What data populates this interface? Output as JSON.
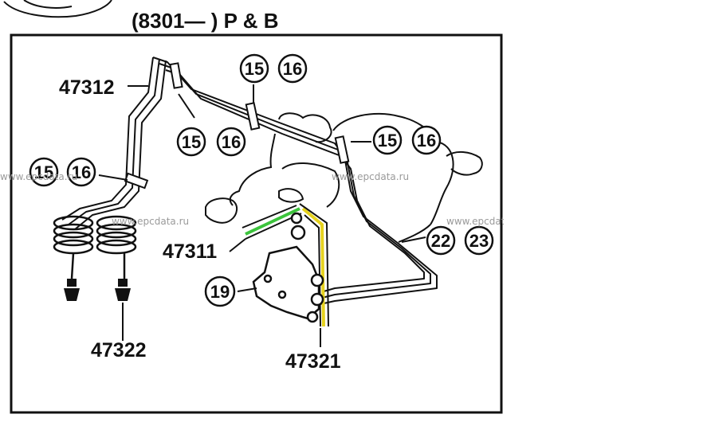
{
  "header": {
    "text": "(8301—        ) P & B"
  },
  "part_numbers": {
    "p47312": "47312",
    "p47311": "47311",
    "p47322": "47322",
    "p47321": "47321"
  },
  "callouts": {
    "c15": "15",
    "c16": "16",
    "c19": "19",
    "c22": "22",
    "c23": "23"
  },
  "watermark": "www.epcdata.ru",
  "colors": {
    "ink": "#111111",
    "highlight_green": "#3cc43c",
    "highlight_yellow": "#e6d21e",
    "watermark": "#9a9a9a"
  }
}
